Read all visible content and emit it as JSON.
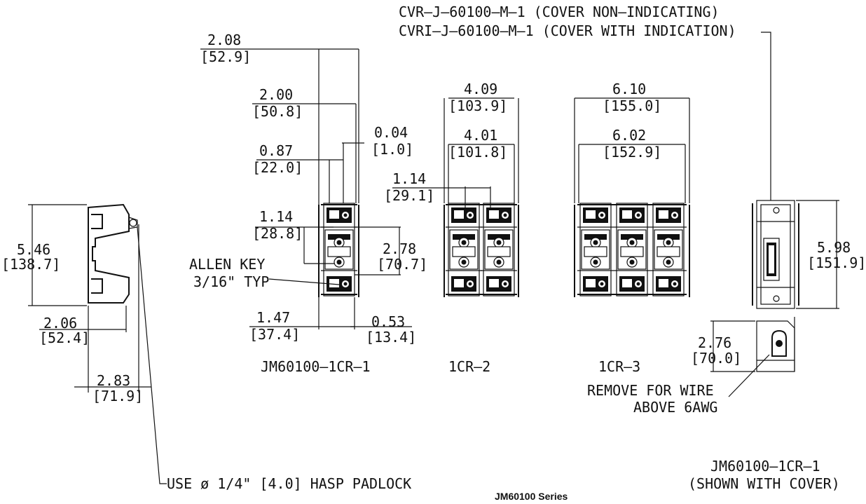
{
  "cover_part_numbers": {
    "non_indicating": "CVR–J–60100–M–1 (COVER NON–INDICATING)",
    "indicating": "CVRI–J–60100–M–1 (COVER WITH INDICATION)"
  },
  "side_view": {
    "height_in": "5.46",
    "height_mm": "[138.7]",
    "depth_in": "2.06",
    "depth_mm": "[52.4]",
    "overall_in": "2.83",
    "overall_mm": "[71.9]",
    "padlock_note": "USE ø 1/4\" [4.0] HASP PADLOCK"
  },
  "view_1cr1": {
    "overall_w_in": "2.08",
    "overall_w_mm": "[52.9]",
    "body_w_in": "2.00",
    "body_w_mm": "[50.8]",
    "offset_in": "0.87",
    "offset_mm": "[22.0]",
    "gap_in": "0.04",
    "gap_mm": "[1.0]",
    "clip_in": "1.14",
    "clip_mm": "[28.8]",
    "mid_h_in": "2.78",
    "mid_h_mm": "[70.7]",
    "allen_line1": "ALLEN KEY",
    "allen_line2": "3/16\" TYP",
    "base_w_in": "1.47",
    "base_w_mm": "[37.4]",
    "edge_in": "0.53",
    "edge_mm": "[13.4]",
    "caption": "JM60100–1CR–1"
  },
  "view_1cr2": {
    "overall_w_in": "4.09",
    "overall_w_mm": "[103.9]",
    "body_w_in": "4.01",
    "body_w_mm": "[101.8]",
    "pitch_in": "1.14",
    "pitch_mm": "[29.1]",
    "caption": "1CR–2"
  },
  "view_1cr3": {
    "overall_w_in": "6.10",
    "overall_w_mm": "[155.0]",
    "body_w_in": "6.02",
    "body_w_mm": "[152.9]",
    "caption": "1CR–3"
  },
  "cover_view": {
    "height_in": "5.98",
    "height_mm": "[151.9]",
    "depth_in": "2.76",
    "depth_mm": "[70.0]",
    "remove_line1": "REMOVE FOR WIRE",
    "remove_line2": "ABOVE 6AWG",
    "caption_line1": "JM60100–1CR–1",
    "caption_line2": "(SHOWN WITH COVER)"
  },
  "series_title": "JM60100 Series"
}
